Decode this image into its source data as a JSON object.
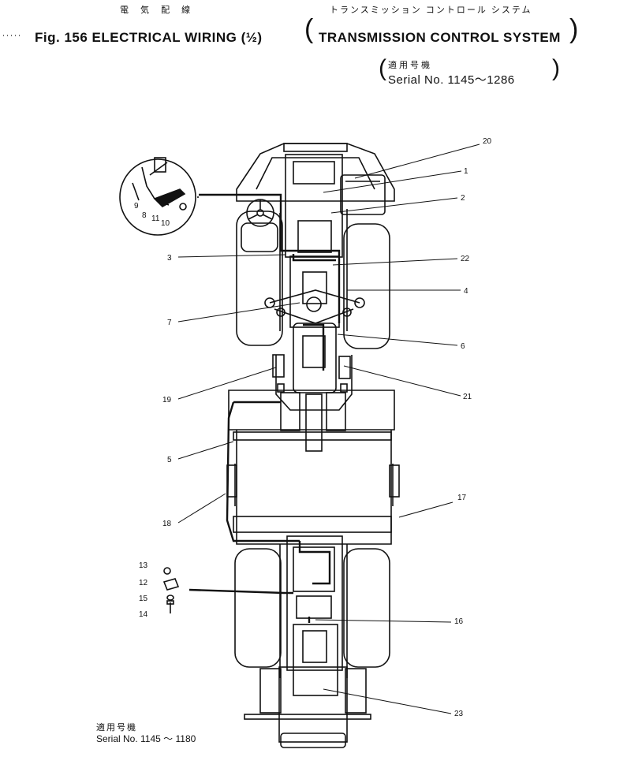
{
  "header": {
    "title_jp": "電 気 配 線",
    "title_en": "Fig. 156 ELECTRICAL WIRING (½)",
    "subtitle_jp": "トランスミッション コントロール システム",
    "subtitle_en": "TRANSMISSION CONTROL SYSTEM",
    "serial_jp": "適用号機",
    "serial_en": "Serial No. 1145～1286"
  },
  "callouts": {
    "c1": "1",
    "c2": "2",
    "c3": "3",
    "c4": "4",
    "c5": "5",
    "c6": "6",
    "c7": "7",
    "c8": "8",
    "c9": "9",
    "c10": "10",
    "c11": "11",
    "c12": "12",
    "c13": "13",
    "c14": "14",
    "c15": "15",
    "c16": "16",
    "c17": "17",
    "c18": "18",
    "c19": "19",
    "c20": "20",
    "c21": "21",
    "c22": "22",
    "c23": "23"
  },
  "footer": {
    "serial_jp": "適用号機",
    "serial_en": "Serial No. 1145 ～ 1180"
  }
}
